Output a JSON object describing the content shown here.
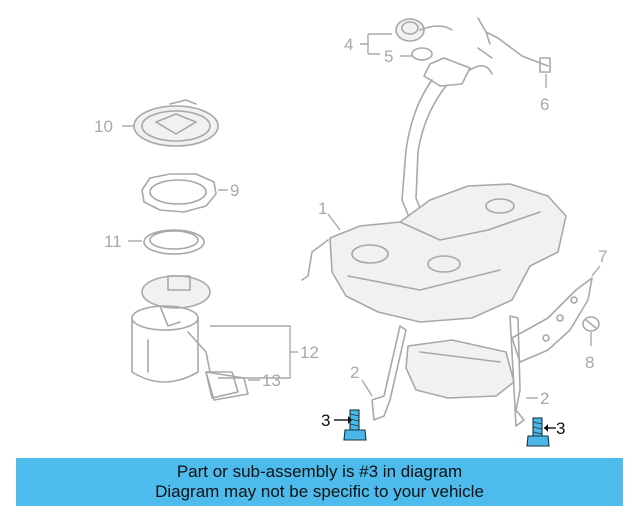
{
  "callouts": {
    "c1": "1",
    "c2a": "2",
    "c2b": "2",
    "c3a": "3",
    "c3b": "3",
    "c4": "4",
    "c5": "5",
    "c6": "6",
    "c7": "7",
    "c8": "8",
    "c9": "9",
    "c10": "10",
    "c11": "11",
    "c12": "12",
    "c13": "13"
  },
  "highlight_color": "#4dbcec",
  "banner": {
    "line1": "Part or sub-assembly is #3 in diagram",
    "line2": "Diagram may not be specific to your vehicle"
  }
}
